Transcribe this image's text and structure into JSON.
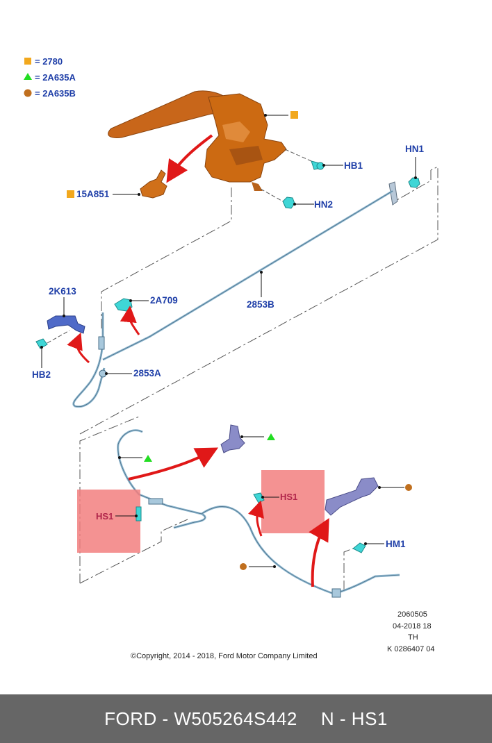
{
  "legend": [
    {
      "symbol": "square",
      "color": "#f2a81d",
      "text": "= 2780"
    },
    {
      "symbol": "triangle",
      "color": "#22dd22",
      "text": "= 2A635A"
    },
    {
      "symbol": "circle",
      "color": "#c06f1e",
      "text": "= 2A635B"
    }
  ],
  "callouts": {
    "hb1": "HB1",
    "hn2": "HN2",
    "hn1": "HN1",
    "p15a851": "15A851",
    "p2k613": "2K613",
    "p2a709": "2A709",
    "p2853b": "2853B",
    "hb2": "HB2",
    "p2853a": "2853A",
    "hs1_left": "HS1",
    "hs1_right": "HS1",
    "hm1": "HM1"
  },
  "meta": {
    "line1": "2060505",
    "line2": "04-2018 18",
    "line3": "TH",
    "line4": "K 0286407 04"
  },
  "copyright": "©Copyright, 2014 - 2018, Ford Motor Company Limited",
  "footer": {
    "part": "FORD - W505264S442",
    "code": "N - HS1"
  },
  "colors": {
    "orange_part": "#cc6a12",
    "cyan_fastener": "#3fd6d6",
    "blue_part": "#4f6ac8",
    "cable": "#8fb8d0",
    "arrow": "#e01818",
    "highlight": "#f27f7f",
    "footer_bg": "#666666"
  }
}
